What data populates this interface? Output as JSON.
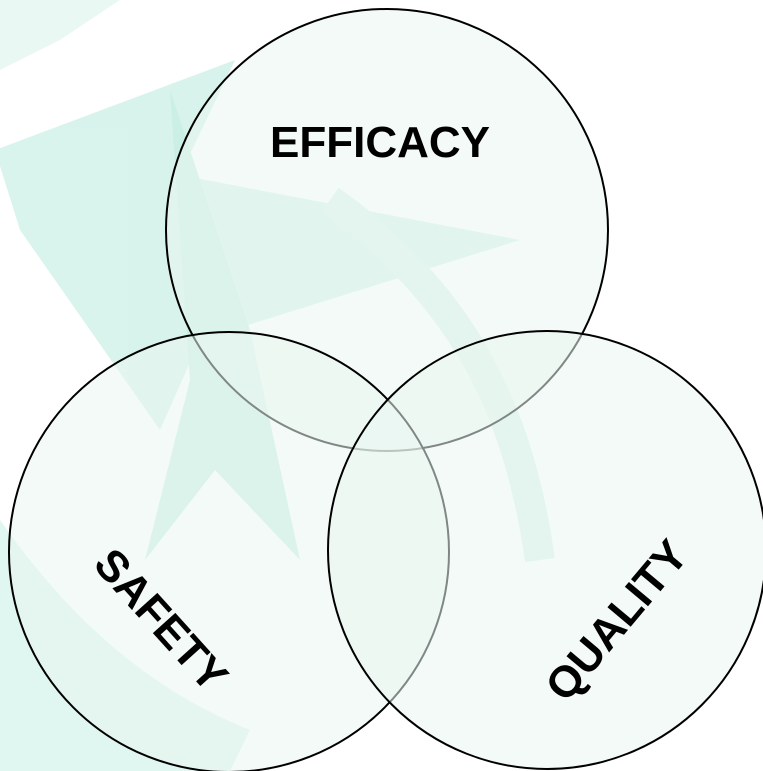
{
  "diagram": {
    "circles": [
      {
        "id": "efficacy",
        "label": "EFFICACY"
      },
      {
        "id": "safety",
        "label": "SAFETY"
      },
      {
        "id": "quality",
        "label": "QUALITY"
      }
    ],
    "colors": {
      "circle_fill": "#eaf6f1",
      "circle_stroke": "#000000",
      "watermark": "#6fd0b6",
      "watermark_light": "#b9ebdc"
    }
  }
}
